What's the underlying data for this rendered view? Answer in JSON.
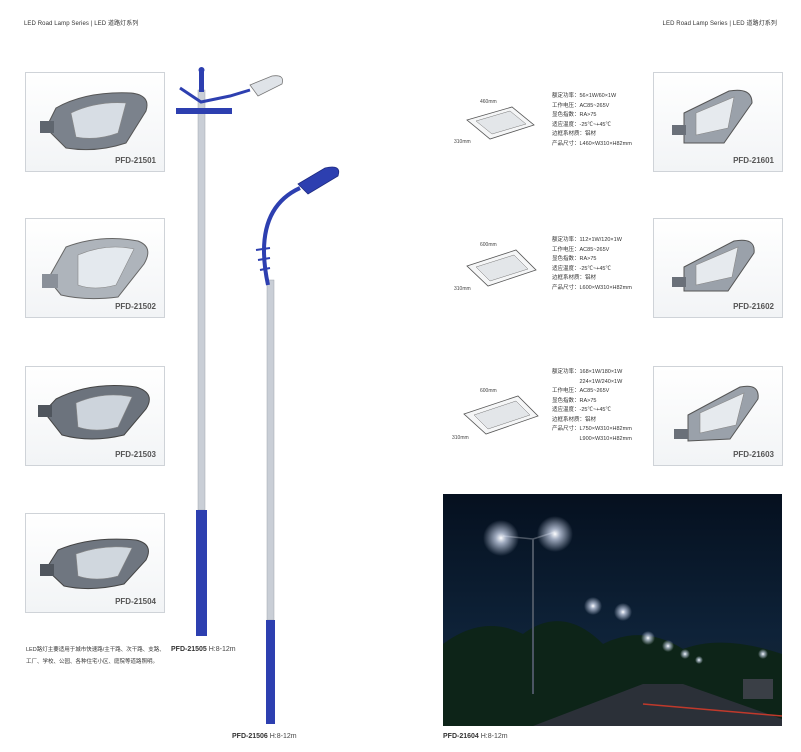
{
  "header_left": "LED Road Lamp Series | LED 道路灯系列",
  "header_right": "LED Road Lamp Series | LED 道路灯系列",
  "left_products": [
    {
      "code": "PFD-21501"
    },
    {
      "code": "PFD-21502"
    },
    {
      "code": "PFD-21503"
    },
    {
      "code": "PFD-21504"
    }
  ],
  "right_products": [
    {
      "code": "PFD-21601",
      "dims": {
        "length": "460mm",
        "width": "310mm"
      },
      "specs": [
        "额定功率：56×1W/60×1W",
        "工作电压：AC85~265V",
        "显色指数：RA>75",
        "适应温度：-25℃~+45℃",
        "边框系材质：铝材",
        "产品尺寸：L460×W310×H82mm"
      ]
    },
    {
      "code": "PFD-21602",
      "dims": {
        "length": "600mm",
        "width": "310mm"
      },
      "specs": [
        "额定功率：112×1W/120×1W",
        "工作电压：AC85~265V",
        "显色指数：RA>75",
        "适应温度：-25℃~+45℃",
        "边框系材质：铝材",
        "产品尺寸：L600×W310×H82mm"
      ]
    },
    {
      "code": "PFD-21603",
      "dims": {
        "length": "600mm",
        "width": "310mm"
      },
      "specs": [
        "额定功率：168×1W/180×1W",
        "　　　　　224×1W/240×1W",
        "工作电压：AC85~265V",
        "显色指数：RA>75",
        "适应温度：-25℃~+45℃",
        "边框系材质：铝材",
        "产品尺寸：L750×W310×H82mm",
        "　　　　　L900×W310×H82mm"
      ]
    }
  ],
  "poles": [
    {
      "code": "PFD-21505",
      "height": "H:8-12m"
    },
    {
      "code": "PFD-21506",
      "height": "H:8-12m"
    }
  ],
  "photo": {
    "code": "PFD-21604",
    "height": "H:8-12m"
  },
  "description": [
    "LED路灯主要适用于城市快速路/主干路、次干路、支路、",
    "工厂、学校、公园、各种住宅小区、庭院等道路照明。"
  ],
  "colors": {
    "pole_blue": "#2d3fb0",
    "pole_silver": "#c9ced6",
    "lamp_gray": "#6b7380",
    "night_sky": "#0a1626"
  }
}
